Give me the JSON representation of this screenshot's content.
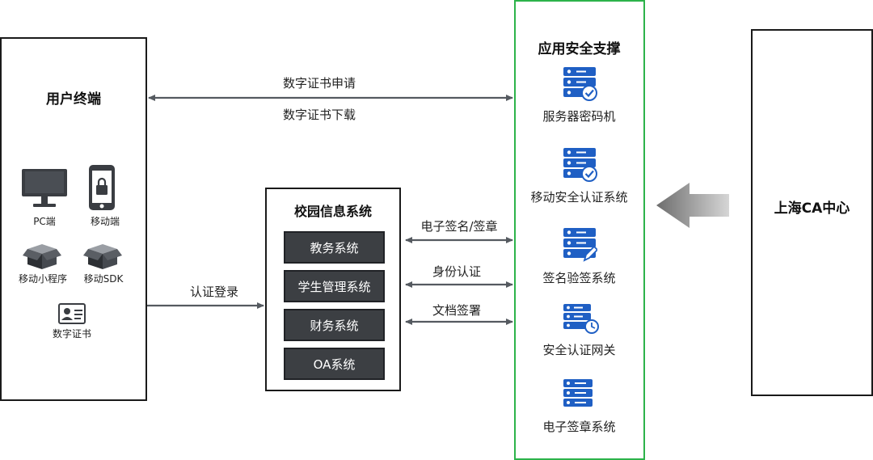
{
  "user_terminal": {
    "title": "用户终端",
    "devices": [
      {
        "label": "PC端",
        "icon": "monitor-icon"
      },
      {
        "label": "移动端",
        "icon": "mobile-lock-icon"
      },
      {
        "label": "移动小程序",
        "icon": "package-box-icon"
      },
      {
        "label": "移动SDK",
        "icon": "package-box-icon"
      },
      {
        "label": "数字证书",
        "icon": "id-card-icon"
      }
    ]
  },
  "campus": {
    "title": "校园信息系统",
    "systems": [
      "教务系统",
      "学生管理系统",
      "财务系统",
      "OA系统"
    ]
  },
  "security": {
    "title": "应用安全支撑",
    "items": [
      {
        "label": "服务器密码机",
        "icon": "server-check-icon"
      },
      {
        "label": "移动安全认证系统",
        "icon": "server-check-icon"
      },
      {
        "label": "签名验签系统",
        "icon": "server-pen-icon"
      },
      {
        "label": "安全认证网关",
        "icon": "server-clock-icon"
      },
      {
        "label": "电子签章系统",
        "icon": "server-icon"
      }
    ]
  },
  "ca_center": {
    "title": "上海CA中心"
  },
  "arrows": {
    "cert_apply": "数字证书申请",
    "cert_download": "数字证书下载",
    "auth_login": "认证登录",
    "e_sign": "电子签名/签章",
    "identity_auth": "身份认证",
    "doc_sign": "文档签署"
  },
  "colors": {
    "security_border": "#2db34a",
    "icon_blue": "#1f5fc4",
    "system_box": "#3c3f43",
    "arrow": "#555a60"
  }
}
